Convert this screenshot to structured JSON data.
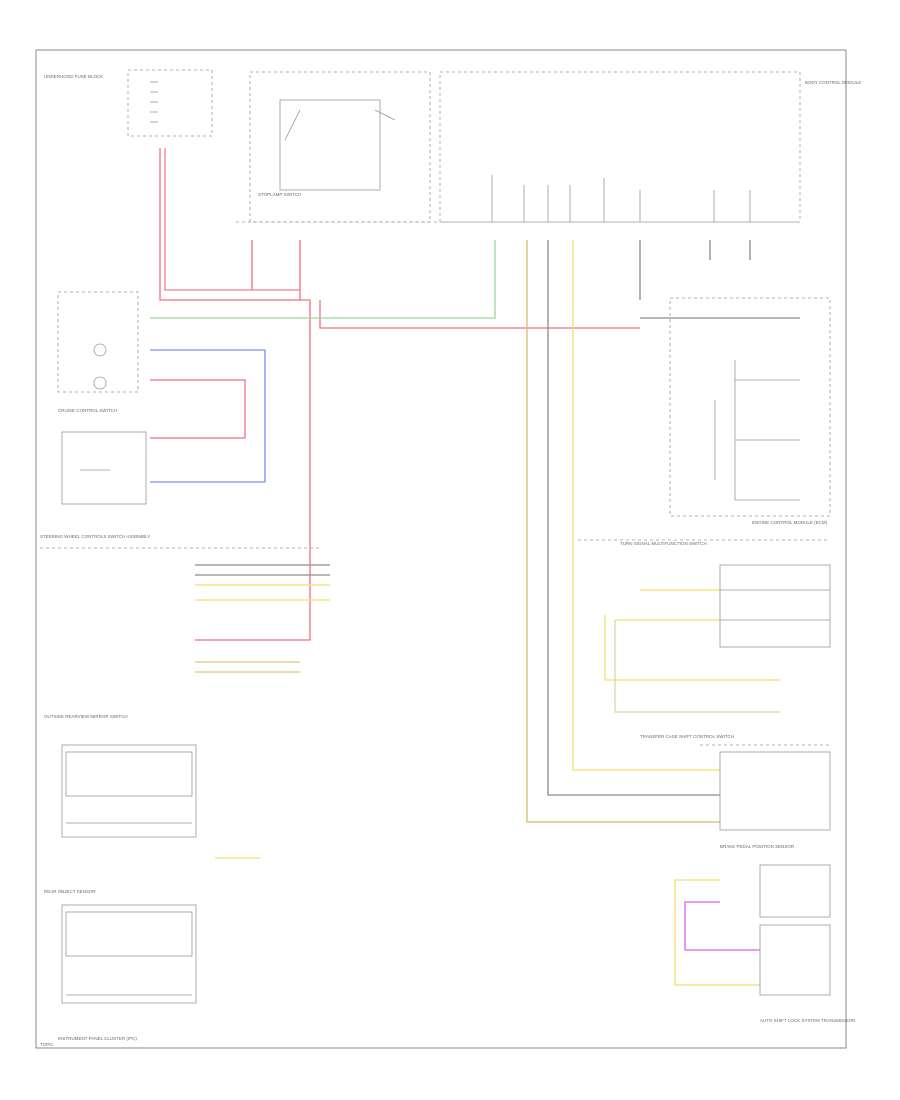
{
  "labels": {
    "footer_left": "INSTRUMENT PANEL CLUSTER (IPC)",
    "bottom_right_note": "AUTO SHIFT LOCK SYSTEM TRANSMISSION",
    "steering_module": "STEERING WHEEL CONTROLS SWITCH ASSEMBLY",
    "cruise_switch": "CRUISE CONTROL SWITCH",
    "turn_signal": "TURN SIGNAL MULTIFUNCTION SWITCH",
    "transfer_case": "TRANSFER CASE SHIFT CONTROL SWITCH",
    "brake_pedal": "BRAKE PEDAL POSITION SENSOR",
    "ecm": "ENGINE CONTROL MODULE (ECM)",
    "fuse_block": "UNDERHOOD FUSE BLOCK",
    "stoplamp": "STOPLAMP SWITCH",
    "outside_mirror": "OUTSIDE REARVIEW MIRROR SWITCH",
    "rear_sensor": "REAR OBJECT SENSOR",
    "body_module": "BODY CONTROL MODULE",
    "corner_tag": "TOPIC"
  }
}
